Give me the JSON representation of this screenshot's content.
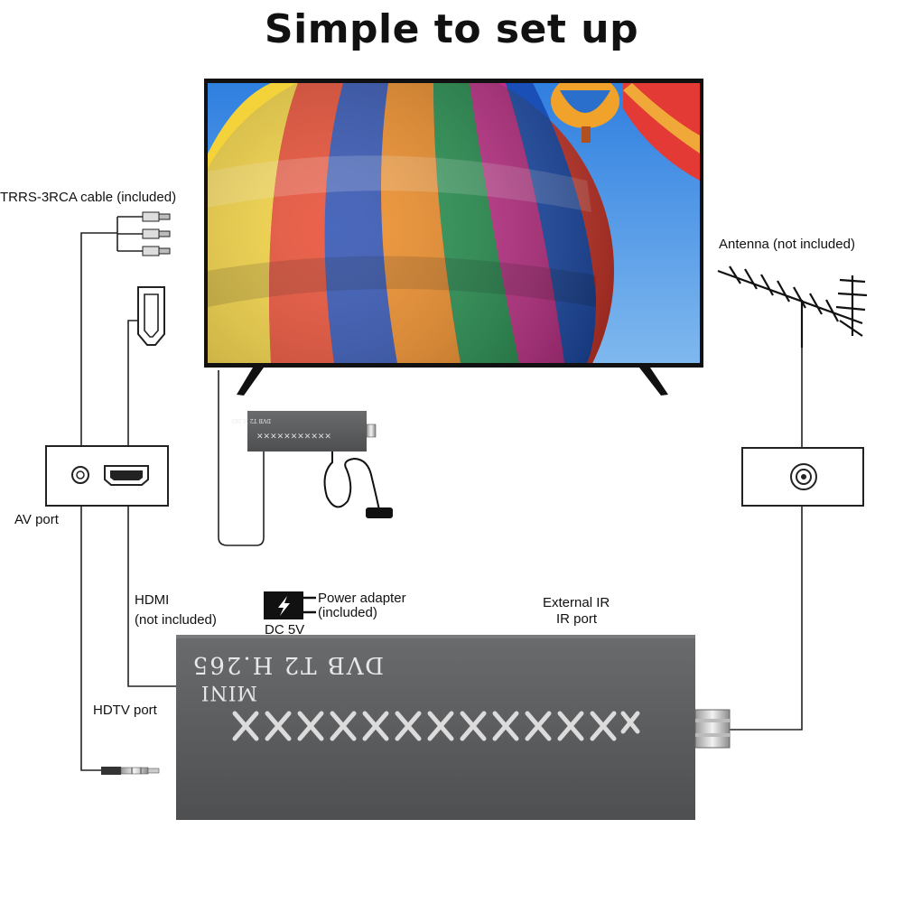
{
  "title": "Simple to set up",
  "labels": {
    "trrs_cable": "TRRS-3RCA cable (included)",
    "antenna": "Antenna (not included)",
    "av_port": "AV port",
    "hdmi_line1": "HDMI",
    "hdmi_line2": "(not included)",
    "hdtv_port": "HDTV port",
    "power_line1": "Power adapter",
    "power_line2": "(included)",
    "dc": "DC 5V",
    "ir_line1": "External IR",
    "ir_line2": "IR port"
  },
  "device": {
    "model_text": "DVB T2 H.265",
    "mini_text": "MINI",
    "color": "#5b5c5e"
  },
  "icons": {
    "power_adapter": "lightning-bolt-icon",
    "hdmi_port": "hdmi-port-icon",
    "av_port": "av-jack-icon",
    "antenna_port": "coax-port-icon"
  }
}
